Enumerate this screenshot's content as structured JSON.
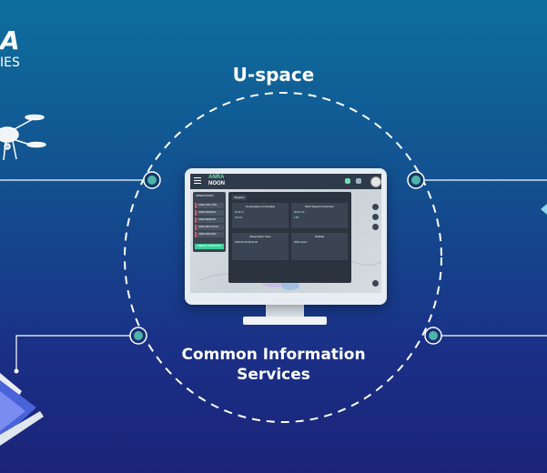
{
  "labels": {
    "top": "U-space",
    "bottom_line1": "Common Information",
    "bottom_line2": "Services"
  },
  "brand": {
    "logo_fragment": "A",
    "sub_fragment": "IES"
  },
  "app": {
    "logo_line1": "ANRA",
    "logo_line2": "NOON",
    "sidebar_title": "OPERATIONS",
    "sidebar_items": [
      "ANRA UAS CTRL",
      "ANRA PRIMARY",
      "ANRA REMOTE",
      "ANRA PROTOCOL",
      "ANRA SPECIFIC"
    ],
    "sidebar_button": "CREATE OPERATION",
    "weather_tab": "Weather",
    "weather_cells": [
      {
        "heading": "Temperature & Humidity",
        "values": [
          "20.16 °C",
          "76.3 %"
        ]
      },
      {
        "heading": "Wind Speed & Direction",
        "values": [
          "28.15 m/s",
          "178 °"
        ]
      },
      {
        "heading": "Observation Time",
        "values": [
          "2020-09-24T09:24:00"
        ]
      },
      {
        "heading": "Visibility",
        "values": [
          "5000 meters"
        ]
      }
    ]
  },
  "colors": {
    "accent": "#3ccf9c",
    "line": "#ffffff",
    "node_ring": "#4fb3a8"
  },
  "icons": {
    "drone": "drone-icon",
    "laptop": "laptop-icon",
    "arrow": "arrow-left-icon"
  }
}
